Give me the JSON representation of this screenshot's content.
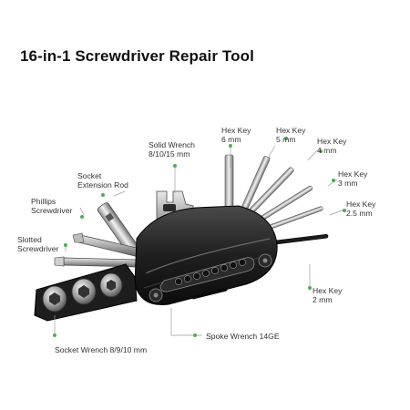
{
  "title": "16-in-1 Screwdriver Repair Tool",
  "accent_color": "#4caf50",
  "labels": {
    "solid_wrench": {
      "line1": "Solid Wrench",
      "line2": "8/10/15 mm"
    },
    "hex_6": {
      "line1": "Hex Key",
      "line2": "6 mm"
    },
    "hex_5": {
      "line1": "Hex Key",
      "line2": "5 mm"
    },
    "hex_4": {
      "line1": "Hex Key",
      "line2": "4 mm"
    },
    "hex_3": {
      "line1": "Hex Key",
      "line2": "3 mm"
    },
    "hex_25": {
      "line1": "Hex Key",
      "line2": "2.5 mm"
    },
    "hex_2": {
      "line1": "Hex Key",
      "line2": "2 mm"
    },
    "socket_ext": {
      "line1": "Socket",
      "line2": "Extension Rod"
    },
    "phillips": {
      "line1": "Phillips",
      "line2": "Screwdriver"
    },
    "slotted": {
      "line1": "Slotted",
      "line2": "Screwdriver"
    },
    "spoke": {
      "line1": "Spoke Wrench 14GE"
    },
    "socket_wrench": {
      "line1": "Socket Wrench 8/9/10 mm"
    }
  }
}
